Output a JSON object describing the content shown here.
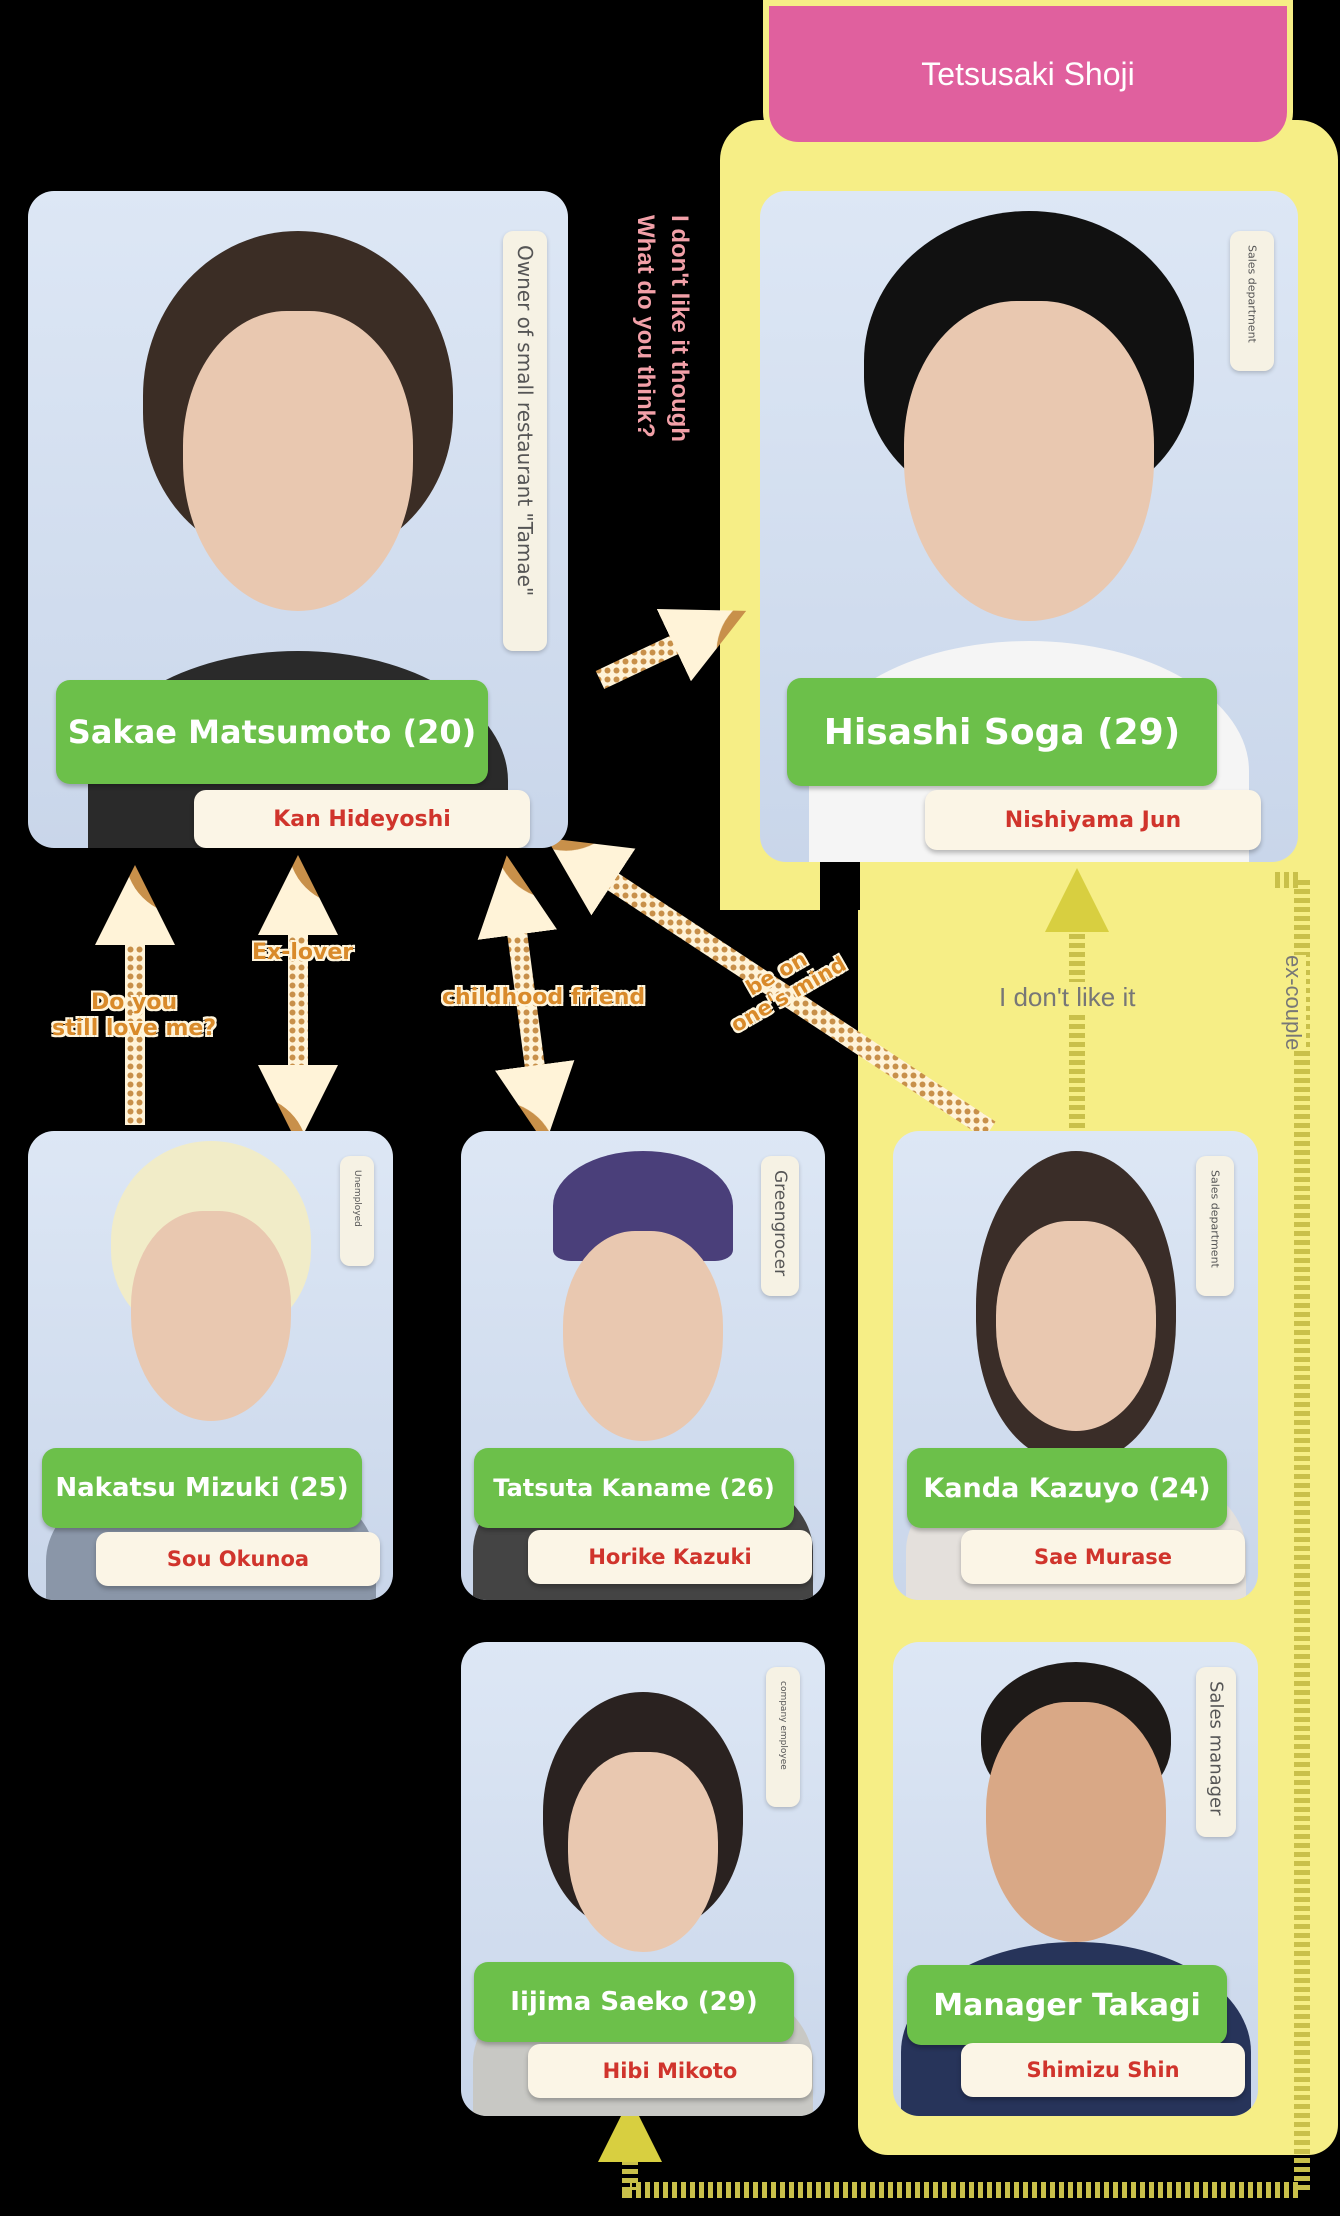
{
  "company": {
    "title": "Tetsusaki Shoji"
  },
  "characters": [
    {
      "name": "Sakae Matsumoto (20)",
      "actor": "Kan Hideyoshi",
      "job": "Owner of small restaurant \"Tamae\""
    },
    {
      "name": "Hisashi Soga (29)",
      "actor": "Nishiyama Jun",
      "job": "Sales department"
    },
    {
      "name": "Nakatsu Mizuki (25)",
      "actor": "Sou Okunoa",
      "job": "Unemployed"
    },
    {
      "name": "Tatsuta Kaname (26)",
      "actor": "Horike Kazuki",
      "job": "Greengrocer"
    },
    {
      "name": "Kanda Kazuyo (24)",
      "actor": "Sae Murase",
      "job": "Sales department"
    },
    {
      "name": "Iijima Saeko (29)",
      "actor": "Hibi Mikoto",
      "job": "company employee"
    },
    {
      "name": "Manager Takagi",
      "actor": "Shimizu Shin",
      "job": "Sales manager"
    }
  ],
  "relations": {
    "soga_note_line1": "I don't like it though",
    "soga_note_line2": "What do you think?",
    "do_you_1": "Do you",
    "do_you_2": "still love me?",
    "ex_lover": "Ex-lover",
    "childhood": "childhood friend",
    "mind_1": "be on",
    "mind_2": "one's mind",
    "dont_like": "I don't like it",
    "ex_couple": "ex-couple"
  },
  "colors": {
    "yellow": "#f6ee86",
    "pink": "#e0609e",
    "green": "#6cc04a",
    "arrow": "#d9a85a"
  }
}
